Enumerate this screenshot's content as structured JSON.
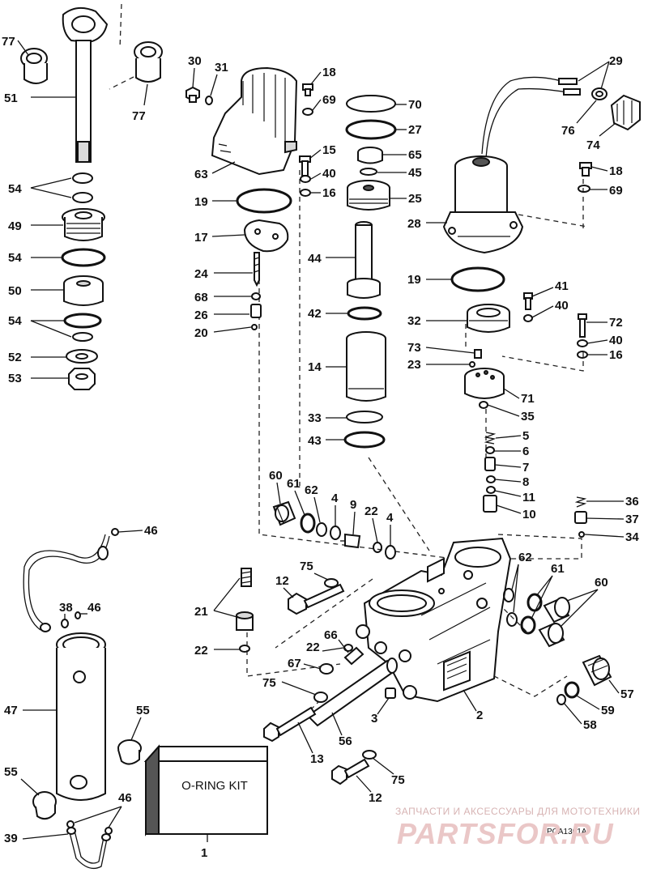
{
  "diagram": {
    "ref_code": "PCA1301A",
    "kit_label": "O-RING KIT",
    "watermark": {
      "tagline": "ЗАПЧАСТИ И АКСЕССУАРЫ ДЛЯ МОТОТЕХНИКИ",
      "brand": "PARTSFOR.RU"
    },
    "callouts": [
      {
        "id": "c77a",
        "text": "77"
      },
      {
        "id": "c77b",
        "text": "77"
      },
      {
        "id": "c51",
        "text": "51"
      },
      {
        "id": "c54a",
        "text": "54"
      },
      {
        "id": "c49",
        "text": "49"
      },
      {
        "id": "c54b",
        "text": "54"
      },
      {
        "id": "c50",
        "text": "50"
      },
      {
        "id": "c54c",
        "text": "54"
      },
      {
        "id": "c52",
        "text": "52"
      },
      {
        "id": "c53",
        "text": "53"
      },
      {
        "id": "c30",
        "text": "30"
      },
      {
        "id": "c31",
        "text": "31"
      },
      {
        "id": "c18a",
        "text": "18"
      },
      {
        "id": "c69a",
        "text": "69"
      },
      {
        "id": "c15",
        "text": "15"
      },
      {
        "id": "c40a",
        "text": "40"
      },
      {
        "id": "c16a",
        "text": "16"
      },
      {
        "id": "c63",
        "text": "63"
      },
      {
        "id": "c19a",
        "text": "19"
      },
      {
        "id": "c17",
        "text": "17"
      },
      {
        "id": "c24",
        "text": "24"
      },
      {
        "id": "c68",
        "text": "68"
      },
      {
        "id": "c26",
        "text": "26"
      },
      {
        "id": "c20",
        "text": "20"
      },
      {
        "id": "c70",
        "text": "70"
      },
      {
        "id": "c27",
        "text": "27"
      },
      {
        "id": "c65",
        "text": "65"
      },
      {
        "id": "c45",
        "text": "45"
      },
      {
        "id": "c25",
        "text": "25"
      },
      {
        "id": "c44",
        "text": "44"
      },
      {
        "id": "c42",
        "text": "42"
      },
      {
        "id": "c14",
        "text": "14"
      },
      {
        "id": "c33",
        "text": "33"
      },
      {
        "id": "c43",
        "text": "43"
      },
      {
        "id": "c29",
        "text": "29"
      },
      {
        "id": "c76",
        "text": "76"
      },
      {
        "id": "c74",
        "text": "74"
      },
      {
        "id": "c18b",
        "text": "18"
      },
      {
        "id": "c69b",
        "text": "69"
      },
      {
        "id": "c28",
        "text": "28"
      },
      {
        "id": "c19b",
        "text": "19"
      },
      {
        "id": "c41",
        "text": "41"
      },
      {
        "id": "c40b",
        "text": "40"
      },
      {
        "id": "c32",
        "text": "32"
      },
      {
        "id": "c72",
        "text": "72"
      },
      {
        "id": "c40c",
        "text": "40"
      },
      {
        "id": "c16b",
        "text": "16"
      },
      {
        "id": "c73",
        "text": "73"
      },
      {
        "id": "c23",
        "text": "23"
      },
      {
        "id": "c71",
        "text": "71"
      },
      {
        "id": "c35",
        "text": "35"
      },
      {
        "id": "c5",
        "text": "5"
      },
      {
        "id": "c6",
        "text": "6"
      },
      {
        "id": "c7",
        "text": "7"
      },
      {
        "id": "c8",
        "text": "8"
      },
      {
        "id": "c11",
        "text": "11"
      },
      {
        "id": "c10",
        "text": "10"
      },
      {
        "id": "c36",
        "text": "36"
      },
      {
        "id": "c37",
        "text": "37"
      },
      {
        "id": "c34",
        "text": "34"
      },
      {
        "id": "c60a",
        "text": "60"
      },
      {
        "id": "c61a",
        "text": "61"
      },
      {
        "id": "c62a",
        "text": "62"
      },
      {
        "id": "c4a",
        "text": "4"
      },
      {
        "id": "c9",
        "text": "9"
      },
      {
        "id": "c22a",
        "text": "22"
      },
      {
        "id": "c4b",
        "text": "4"
      },
      {
        "id": "c46a",
        "text": "46"
      },
      {
        "id": "c75a",
        "text": "75"
      },
      {
        "id": "c12a",
        "text": "12"
      },
      {
        "id": "c21",
        "text": "21"
      },
      {
        "id": "c22b",
        "text": "22"
      },
      {
        "id": "c66",
        "text": "66"
      },
      {
        "id": "c22c",
        "text": "22"
      },
      {
        "id": "c67",
        "text": "67"
      },
      {
        "id": "c75b",
        "text": "75"
      },
      {
        "id": "c62b",
        "text": "62"
      },
      {
        "id": "c61b",
        "text": "61"
      },
      {
        "id": "c60b",
        "text": "60"
      },
      {
        "id": "c2",
        "text": "2"
      },
      {
        "id": "c3",
        "text": "3"
      },
      {
        "id": "c56",
        "text": "56"
      },
      {
        "id": "c13",
        "text": "13"
      },
      {
        "id": "c75c",
        "text": "75"
      },
      {
        "id": "c12b",
        "text": "12"
      },
      {
        "id": "c57",
        "text": "57"
      },
      {
        "id": "c59",
        "text": "59"
      },
      {
        "id": "c58",
        "text": "58"
      },
      {
        "id": "c38",
        "text": "38"
      },
      {
        "id": "c46b",
        "text": "46"
      },
      {
        "id": "c47",
        "text": "47"
      },
      {
        "id": "c55a",
        "text": "55"
      },
      {
        "id": "c55b",
        "text": "55"
      },
      {
        "id": "c46c",
        "text": "46"
      },
      {
        "id": "c39",
        "text": "39"
      },
      {
        "id": "c1",
        "text": "1"
      }
    ]
  }
}
